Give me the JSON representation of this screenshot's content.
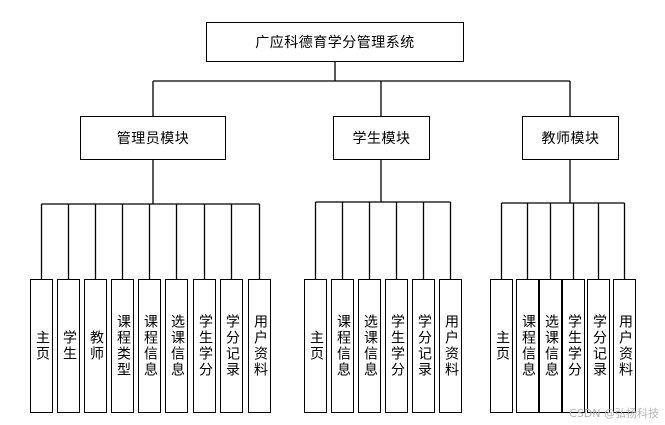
{
  "root": {
    "label": "广应科德育学分管理系统"
  },
  "modules": [
    {
      "label": "管理员模块",
      "items": [
        "主页",
        "学生",
        "教师",
        "课程类型",
        "课程信息",
        "选课信息",
        "学生学分",
        "学分记录",
        "用户资料"
      ]
    },
    {
      "label": "学生模块",
      "items": [
        "主页",
        "课程信息",
        "选课信息",
        "学生学分",
        "学分记录",
        "用户资料"
      ]
    },
    {
      "label": "教师模块",
      "items": [
        "主页",
        "课程信息",
        "选课信息",
        "学生学分",
        "学分记录",
        "用户资料"
      ]
    }
  ],
  "watermark": "CSDN @弘扬科技"
}
